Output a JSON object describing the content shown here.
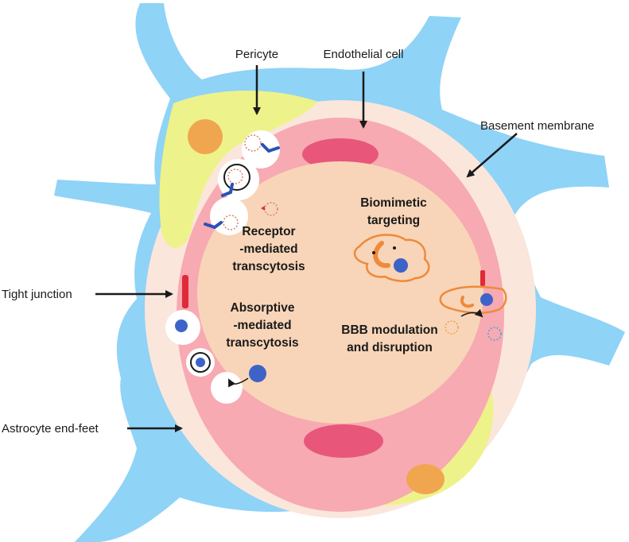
{
  "labels": {
    "pericyte": "Pericyte",
    "endothelial_cell": "Endothelial cell",
    "basement_membrane": "Basement membrane",
    "tight_junction": "Tight junction",
    "astrocyte_end_feet": "Astrocyte end-feet"
  },
  "mechanisms": {
    "receptor": [
      "Receptor",
      "-mediated",
      "transcytosis"
    ],
    "absorptive": [
      "Absorptive",
      "-mediated",
      "transcytosis"
    ],
    "biomimetic": [
      "Biomimetic",
      "targeting"
    ],
    "bbb": [
      "BBB modulation",
      "and disruption"
    ]
  },
  "colors": {
    "astrocyte": "#8fd3f7",
    "basement": "#fbe6dc",
    "endothelium": "#f7aab2",
    "lumen": "#f8d5b8",
    "pericyte": "#eef28a",
    "nucleus_endo": "#e8577a",
    "nucleus_peri": "#f0a64e",
    "receptor": "#2b50b8",
    "junction": "#e02a3a",
    "cell_outline": "#ee8a3a"
  }
}
